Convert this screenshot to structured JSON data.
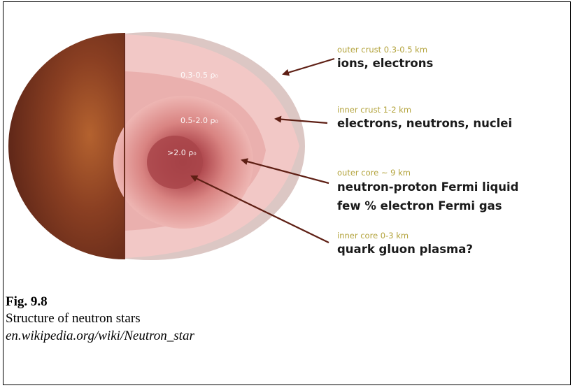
{
  "zones": {
    "outer": "0.3-0.5 ρ₀",
    "middle": "0.5-2.0 ρ₀",
    "inner": ">2.0 ρ₀"
  },
  "annotations": [
    {
      "sub": "outer crust 0.3-0.5 km",
      "lines": [
        "ions, electrons"
      ]
    },
    {
      "sub": "inner crust 1-2 km",
      "lines": [
        "electrons, neutrons, nuclei"
      ]
    },
    {
      "sub": "outer core ~ 9 km",
      "lines": [
        "neutron-proton Fermi liquid",
        "few % electron Fermi gas"
      ]
    },
    {
      "sub": "inner core 0-3 km",
      "lines": [
        "quark gluon plasma?"
      ]
    }
  ],
  "caption": {
    "figure": "Fig. 9.8",
    "text": "Structure of neutron stars",
    "source": "en.wikipedia.org/wiki/Neutron_star"
  },
  "colors": {
    "shell_dark": "#5a2417",
    "shell_mid": "#8a3f22",
    "crust": "#f2c8c6",
    "inner_core": "#9a3a3e",
    "arrow": "#5e1f14",
    "sub_label": "#b3a33c"
  }
}
